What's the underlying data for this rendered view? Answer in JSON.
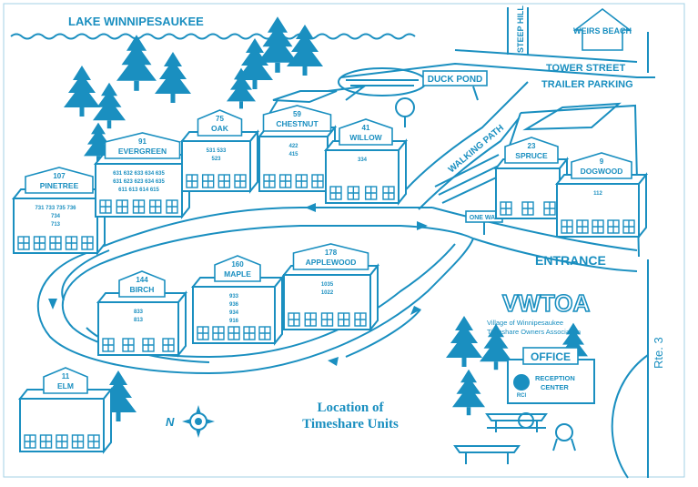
{
  "labels": {
    "lake": "LAKE WINNIPESAUKEE",
    "steep_hill": "STEEP HILL",
    "weirs_beach": "WEIRS BEACH",
    "tower_street": "TOWER STREET",
    "trailer_parking": "TRAILER PARKING",
    "duck_pond": "DUCK POND",
    "walking_path": "WALKING PATH",
    "one_way": "ONE WAY",
    "entrance": "ENTRANCE",
    "rte": "Rte. 3",
    "compass": "N",
    "office": "OFFICE",
    "reception": "RECEPTION CENTER",
    "rci": "RCI",
    "location_line1": "Location of",
    "location_line2": "Timeshare Units"
  },
  "logo": {
    "name": "VWTOA",
    "line1": "Village of Winnipesaukee",
    "line2": "Timeshare Owners Association"
  },
  "buildings": [
    {
      "number": "107",
      "name": "PINETREE",
      "units": [
        "731 733 735 736",
        "734",
        "713"
      ]
    },
    {
      "number": "91",
      "name": "EVERGREEN",
      "units": [
        "631 632 633 634 635",
        "631 623 623 634 635",
        "611 613 614 615"
      ]
    },
    {
      "number": "75",
      "name": "OAK",
      "units": [
        "531 533",
        "523"
      ]
    },
    {
      "number": "59",
      "name": "CHESTNUT",
      "units": [
        "422",
        "415"
      ]
    },
    {
      "number": "41",
      "name": "WILLOW",
      "units": [
        "334"
      ]
    },
    {
      "number": "23",
      "name": "SPRUCE",
      "units": []
    },
    {
      "number": "9",
      "name": "DOGWOOD",
      "units": [
        "112"
      ]
    },
    {
      "number": "144",
      "name": "BIRCH",
      "units": [
        "833",
        "813"
      ]
    },
    {
      "number": "160",
      "name": "MAPLE",
      "units": [
        "933",
        "936",
        "934",
        "916"
      ]
    },
    {
      "number": "178",
      "name": "APPLEWOOD",
      "units": [
        "1035",
        "1022"
      ]
    },
    {
      "number": "11",
      "name": "ELM",
      "units": []
    }
  ]
}
